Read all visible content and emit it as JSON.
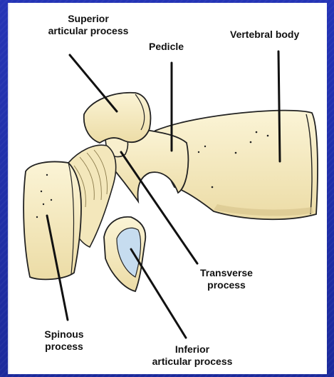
{
  "labels": {
    "superior_line1": "Superior",
    "superior_line2": "articular process",
    "pedicle": "Pedicle",
    "vertebral_body": "Vertebral body",
    "transverse_line1": "Transverse",
    "transverse_line2": "process",
    "spinous_line1": "Spinous",
    "spinous_line2": "process",
    "inferior_line1": "Inferior",
    "inferior_line2": "articular process"
  },
  "colors": {
    "slide_background": "#1f2ea6",
    "panel_background": "#ffffff",
    "bone_fill": "#f5ecc4",
    "bone_shade": "#d9c68f",
    "bone_outline": "#222222",
    "articular_facet": "#c6dcef",
    "leader_line": "#111111",
    "label_text": "#111111"
  }
}
